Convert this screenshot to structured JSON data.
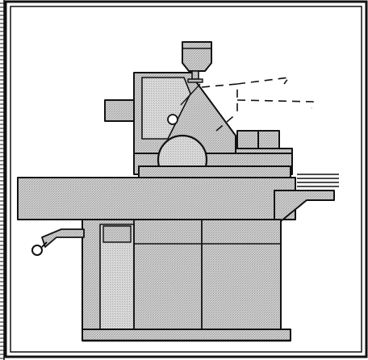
{
  "colors": {
    "background": "#ffffff",
    "ink": "#111111",
    "machine_fill": "#c9c9c9",
    "machine_fill_light": "#d6d6d6",
    "machine_fill_dark": "#b5b5b5"
  },
  "illustration": {
    "subject": "offset-printing-press",
    "border": "double",
    "has_left_ruler": true,
    "paper_feed_lines": 4,
    "dashed_paper_path": true
  }
}
